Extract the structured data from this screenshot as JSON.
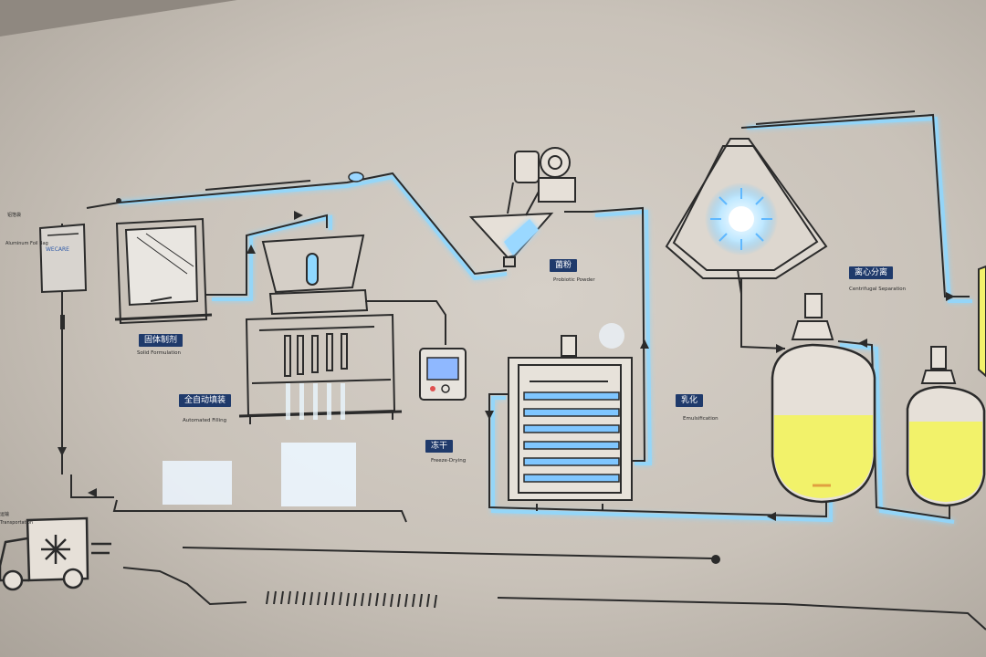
{
  "bag": {
    "top_label": "铝箔袋",
    "sub_label": "Aluminum Foil Bag",
    "brand_text": "WECARE"
  },
  "truck": {
    "label": "运输",
    "sub_label": "Transportation"
  },
  "steps": [
    {
      "zh": "固体制剂",
      "en": "Solid Formulation"
    },
    {
      "zh": "全自动填装",
      "en": "Automated Filling"
    },
    {
      "zh": "冻干",
      "en": "Freeze-Drying"
    },
    {
      "zh": "菌粉",
      "en": "Probiotic Powder"
    },
    {
      "zh": "乳化",
      "en": "Emulsification"
    },
    {
      "zh": "离心分离",
      "en": "Centrifugal Separation"
    }
  ],
  "colors": {
    "line": "#2b2b2b",
    "glow": "#8fd8ff",
    "label_bg": "#1f3a6b",
    "liquid": "#f2f26a",
    "wall": "#cfc8bf"
  }
}
